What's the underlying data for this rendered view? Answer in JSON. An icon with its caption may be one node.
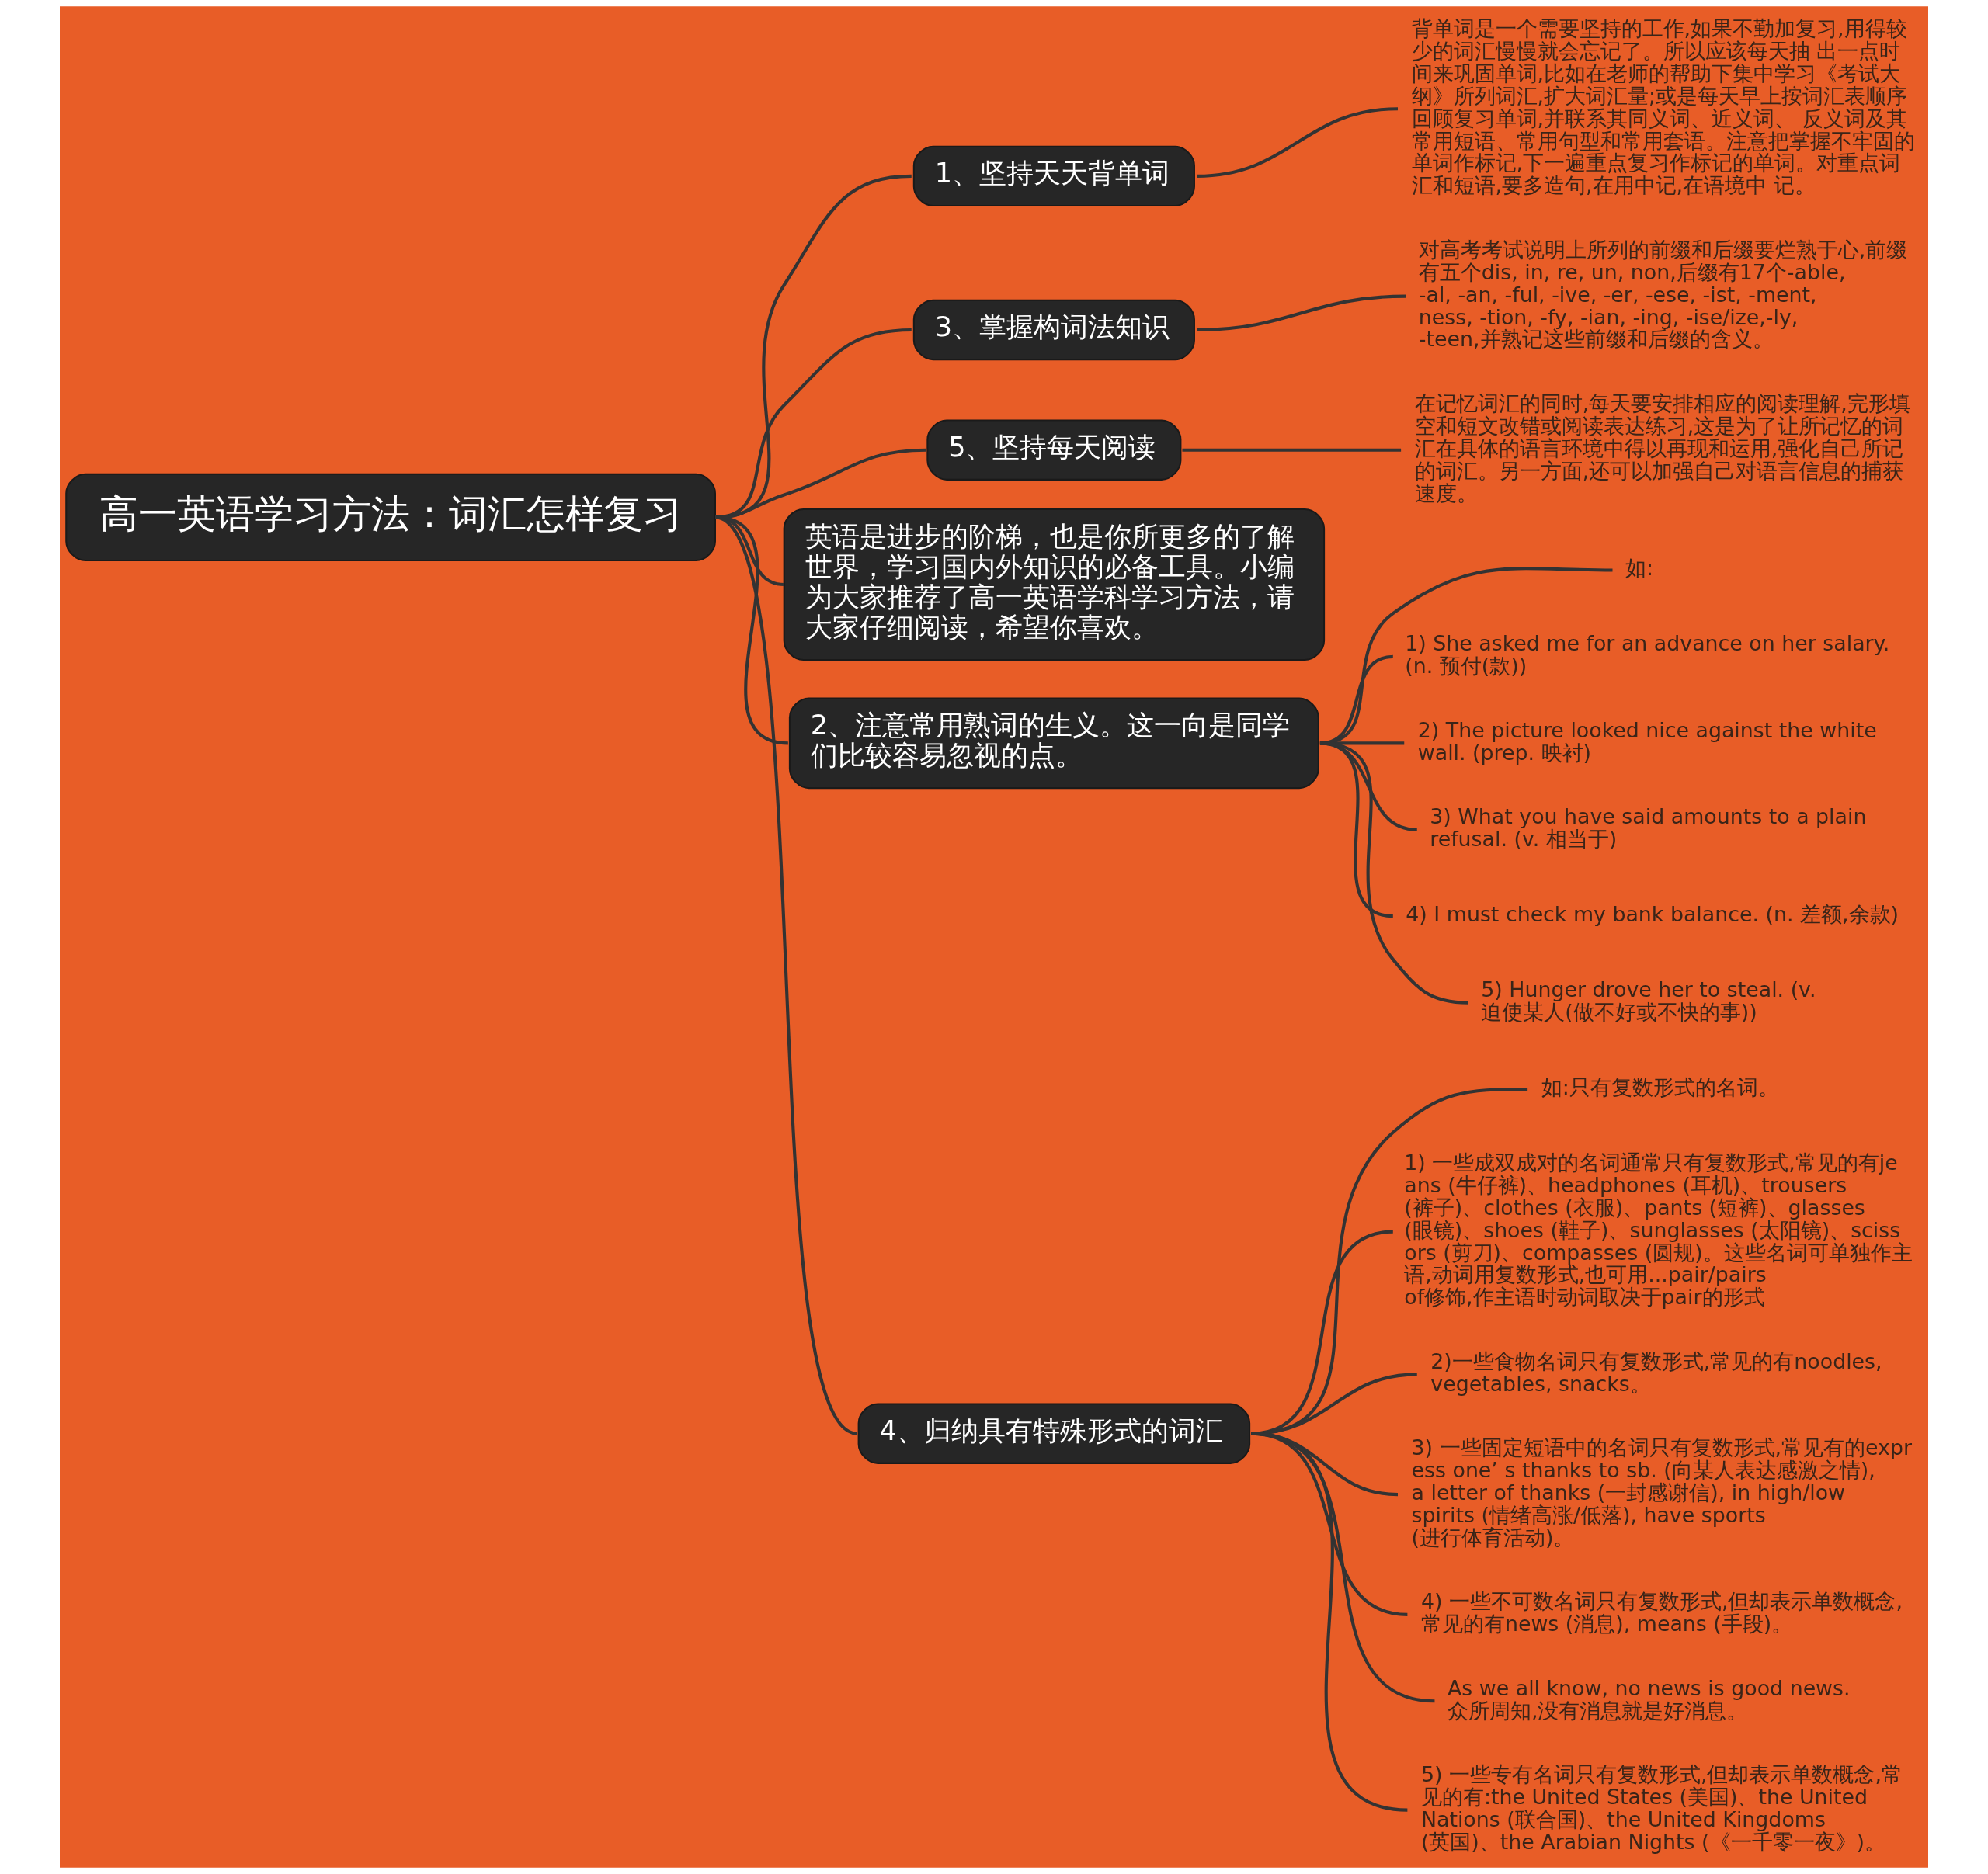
{
  "diagram": {
    "nodes": [
      {
        "text": [
          "高一英语学习方法：词汇怎样复习"
        ]
      },
      {
        "text": [
          "1、坚持天天背单词"
        ]
      },
      {
        "text": [
          "背单词是一个需要坚持的工作,如果不勤加复习,用得较少的词汇慢慢就会忘记了。所以应该每天抽 出一点时间来巩固单词,比如在老师的帮助下集中学习《考试大纲》所列词汇,扩大词汇量;或是每天早上按词汇表顺序回顾复习单词,并联系其同义词、近义词、 反义词及其常用短语、常用句型和常用套语。注意把掌握不牢固的单词作标记,下一遍重点复习作标记的单词。对重点词汇和短语,要多造句,在用中记,在语境中 记。"
        ]
      },
      {
        "text": [
          "3、掌握构词法知识"
        ]
      },
      {
        "text": [
          "对高考考试说明上所列的前缀和后缀要烂熟于心,前缀有五个dis, in, re, un, non,后缀有17个-able, -al, -an, -ful, -ive, -er, -ese, -ist, -ment, ness, -tion, -fy, -ian, -ing, -ise/ize,-ly, -teen,并熟记这些前缀和后缀的含义。"
        ]
      },
      {
        "text": [
          "5、坚持每天阅读"
        ]
      },
      {
        "text": [
          "在记忆词汇的同时,每天要安排相应的阅读理解,完形填空和短文改错或阅读表达练习,这是为了让所记忆的词汇在具体的语言环境中得以再现和运用,强化自己所记的词汇。另一方面,还可以加强自己对语言信息的捕获速度。"
        ]
      },
      {
        "text": [
          "英语是进步的阶梯，也是你所更多的了解世界，学习国内外知识的必备工具。小编为大家推荐了高一英语学科学习方法，请大家仔细阅读，希望你喜欢。"
        ]
      },
      {
        "text": [
          "2、注意常用熟词的生义。这一向是同学们比较容易忽视的点。"
        ]
      },
      {
        "text": [
          "如:"
        ]
      },
      {
        "text": [
          "1) She asked me for an advance on her salary. (n. 预付(款))"
        ]
      },
      {
        "text": [
          "2) The picture looked nice against the white wall. (prep. 映衬)"
        ]
      },
      {
        "text": [
          "3) What you have said amounts to a plain refusal. (v. 相当于)"
        ]
      },
      {
        "text": [
          "4) I must check my bank balance. (n. 差额,余款)"
        ]
      },
      {
        "text": [
          "5) Hunger drove her to steal. (v. 迫使某人(做不好或不快的事))"
        ]
      },
      {
        "text": [
          "4、归纳具有特殊形式的词汇"
        ]
      },
      {
        "text": [
          "如:只有复数形式的名词。"
        ]
      },
      {
        "text": [
          "1) 一些成双成对的名词通常只有复数形式,常见的有jeans (牛仔裤)、headphones (耳机)、trousers (裤子)、clothes (衣服)、pants (短裤)、glasses (眼镜)、shoes (鞋子)、sunglasses (太阳镜)、scissors (剪刀)、compasses (圆规)。这些名词可单独作主语,动词用复数形式,也可用...pair/pairs of修饰,作主语时动词取决于pair的形式"
        ]
      },
      {
        "text": [
          "2)一些食物名词只有复数形式,常见的有noodles, vegetables, snacks。"
        ]
      },
      {
        "text": [
          "3) 一些固定短语中的名词只有复数形式,常见有的express one’ s thanks to sb. (向某人表达感激之情), a letter of thanks (一封感谢信), in high/low spirits (情绪高涨/低落), have sports (进行体育活动)。"
        ]
      },
      {
        "text": [
          "4) 一些不可数名词只有复数形式,但却表示单数概念,常见的有news (消息), means (手段)。"
        ]
      },
      {
        "text": [
          "As we all know, no news is good news. 众所周知,没有消息就是好消息。"
        ]
      },
      {
        "text": [
          "5) 一些专有名词只有复数形式,但却表示单数概念,常见的有:the United States (美国)、the United Nations (联合国)、the United Kingdoms (英国)、the Arabian Nights (《一千零一夜》)。"
        ]
      }
    ],
    "edges": [
      {
        "from": 0,
        "to": 1,
        "arrow": "none"
      },
      {
        "from": 1,
        "to": 2,
        "arrow": "none"
      },
      {
        "from": 0,
        "to": 3,
        "arrow": "none"
      },
      {
        "from": 3,
        "to": 4,
        "arrow": "none"
      },
      {
        "from": 0,
        "to": 5,
        "arrow": "none"
      },
      {
        "from": 5,
        "to": 6,
        "arrow": "none"
      },
      {
        "from": 0,
        "to": 7,
        "arrow": "none"
      },
      {
        "from": 0,
        "to": 8,
        "arrow": "none"
      },
      {
        "from": 8,
        "to": 9,
        "arrow": "none"
      },
      {
        "from": 8,
        "to": 10,
        "arrow": "none"
      },
      {
        "from": 8,
        "to": 11,
        "arrow": "none"
      },
      {
        "from": 8,
        "to": 12,
        "arrow": "none"
      },
      {
        "from": 8,
        "to": 13,
        "arrow": "none"
      },
      {
        "from": 8,
        "to": 14,
        "arrow": "none"
      },
      {
        "from": 0,
        "to": 15,
        "arrow": "none"
      },
      {
        "from": 15,
        "to": 16,
        "arrow": "none"
      },
      {
        "from": 15,
        "to": 17,
        "arrow": "none"
      },
      {
        "from": 15,
        "to": 18,
        "arrow": "none"
      },
      {
        "from": 15,
        "to": 19,
        "arrow": "none"
      },
      {
        "from": 15,
        "to": 20,
        "arrow": "none"
      },
      {
        "from": 15,
        "to": 21,
        "arrow": "none"
      },
      {
        "from": 15,
        "to": 22,
        "arrow": "none"
      }
    ]
  }
}
